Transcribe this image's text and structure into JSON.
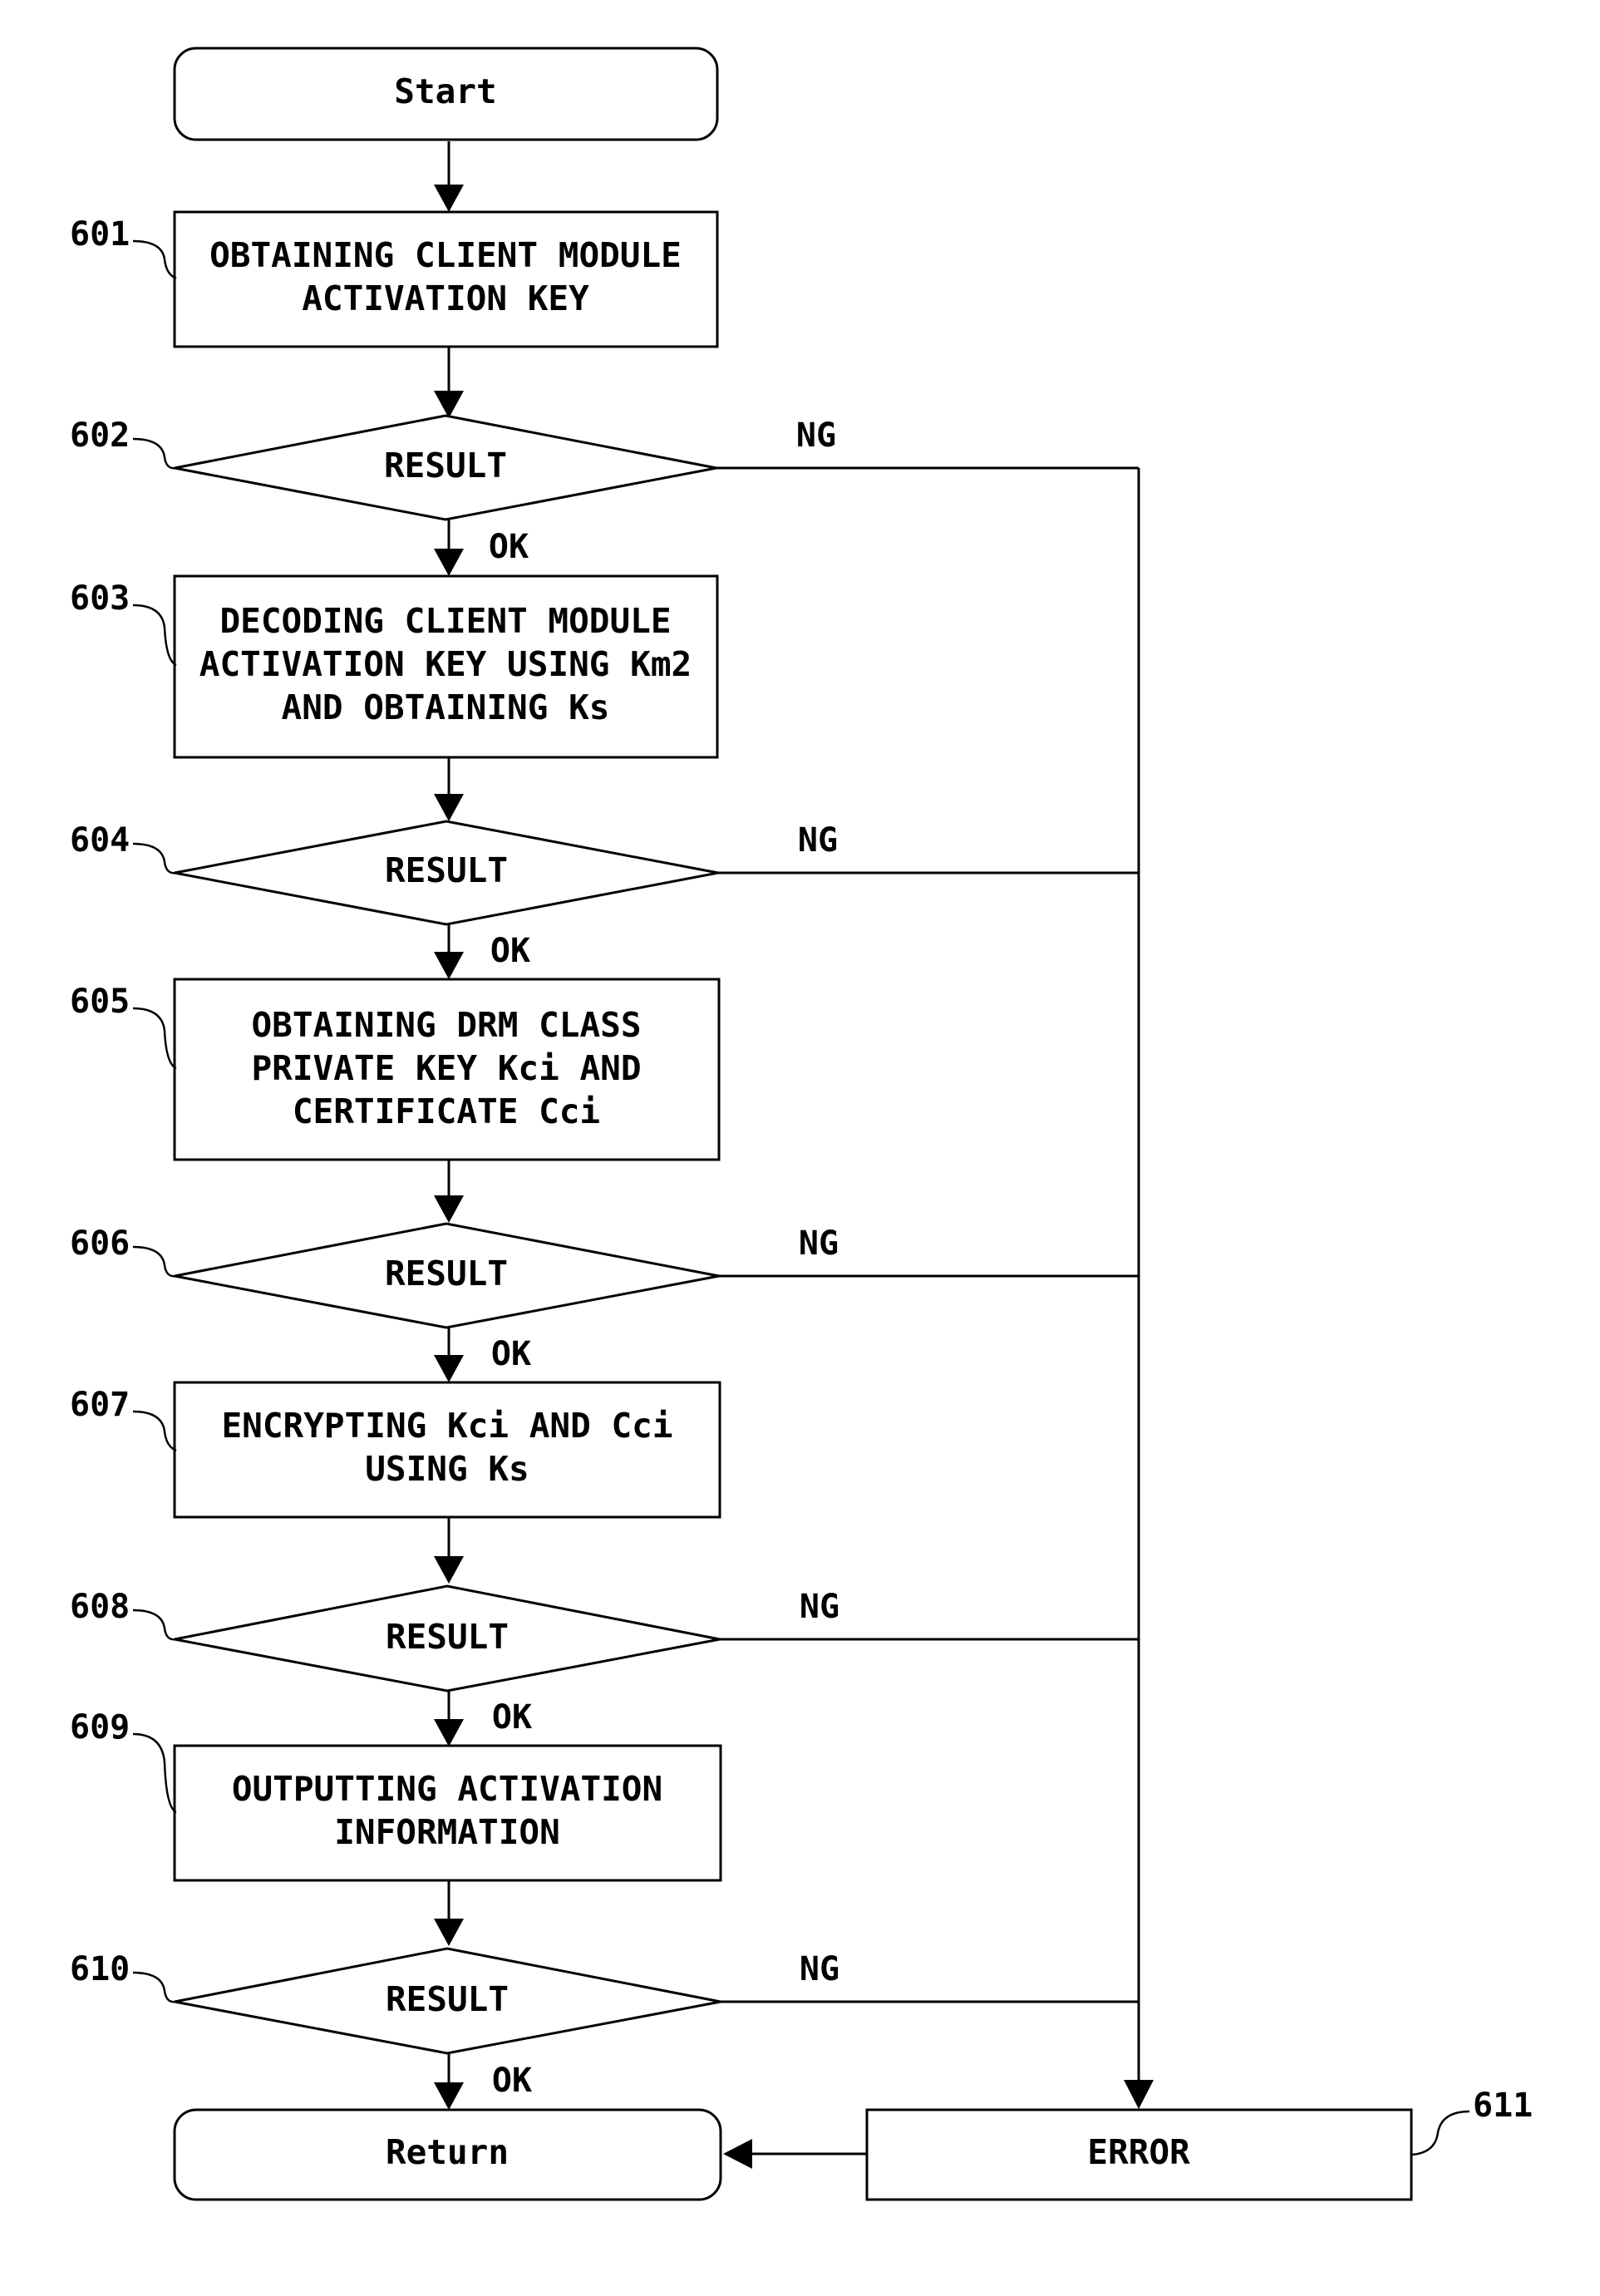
{
  "nodes": {
    "start": {
      "lines": [
        "Start"
      ]
    },
    "s601": {
      "ref": "601",
      "lines": [
        "OBTAINING CLIENT MODULE",
        "ACTIVATION KEY"
      ]
    },
    "d602": {
      "ref": "602",
      "lines": [
        "RESULT"
      ]
    },
    "s603": {
      "ref": "603",
      "lines": [
        "DECODING CLIENT MODULE",
        "ACTIVATION KEY USING Km2",
        "AND OBTAINING Ks"
      ]
    },
    "d604": {
      "ref": "604",
      "lines": [
        "RESULT"
      ]
    },
    "s605": {
      "ref": "605",
      "lines": [
        "OBTAINING DRM CLASS",
        "PRIVATE KEY Kci AND",
        "CERTIFICATE Cci"
      ]
    },
    "d606": {
      "ref": "606",
      "lines": [
        "RESULT"
      ]
    },
    "s607": {
      "ref": "607",
      "lines": [
        "ENCRYPTING Kci AND Cci",
        "USING Ks"
      ]
    },
    "d608": {
      "ref": "608",
      "lines": [
        "RESULT"
      ]
    },
    "s609": {
      "ref": "609",
      "lines": [
        "OUTPUTTING ACTIVATION",
        "INFORMATION"
      ]
    },
    "d610": {
      "ref": "610",
      "lines": [
        "RESULT"
      ]
    },
    "ret": {
      "lines": [
        "Return"
      ]
    },
    "err": {
      "ref": "611",
      "lines": [
        "ERROR"
      ]
    }
  },
  "edge_labels": {
    "ok": "OK",
    "ng": "NG"
  }
}
